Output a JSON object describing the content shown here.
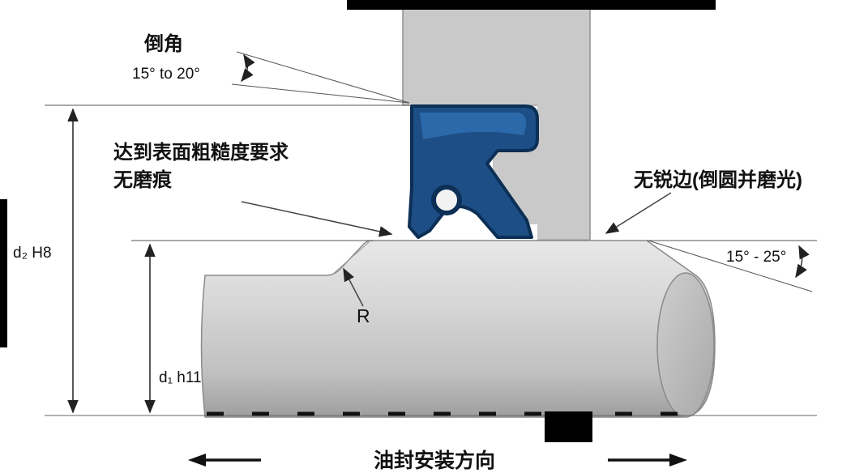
{
  "diagram": {
    "kind": "oil-seal-installation-technical-drawing",
    "annotations": {
      "chamfer_label": "倒角",
      "chamfer_angle": "15° to 20°",
      "surface_requirement_line1": "达到表面粗糙度要求",
      "surface_requirement_line2": "无磨痕",
      "no_sharp_edges": "无锐边(倒圆并磨光)",
      "shaft_end_chamfer_angle": "15° - 25°",
      "bore_diameter": "d₂ H8",
      "shaft_diameter": "d₁ h11",
      "fillet_radius": "R",
      "install_direction": "油封安装方向"
    },
    "colors": {
      "seal_blue": "#1d4e85",
      "seal_outline": "#0c2f55",
      "seal_highlight": "#2f6fb0",
      "housing_gray": "#c9c9c9",
      "shaft_gray_light": "#e6e6e6",
      "shaft_gray_dark": "#9e9e9e",
      "line_color": "#444444",
      "black_bar": "#000000"
    }
  }
}
